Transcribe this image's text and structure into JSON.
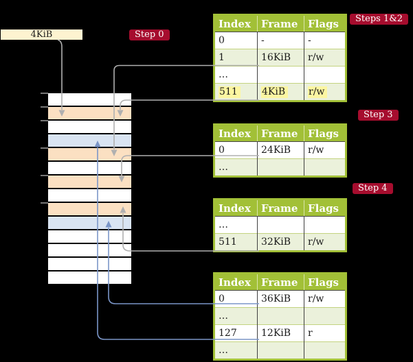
{
  "frame_label": {
    "text": "4KiB"
  },
  "badges": {
    "step0": "Step 0",
    "steps12": "Steps 1&2",
    "step3": "Step 3",
    "step4": "Step 4"
  },
  "memory": {
    "row_colors": [
      "white",
      "orange",
      "white",
      "blue",
      "orange",
      "white",
      "orange",
      "white",
      "orange",
      "blue",
      "white",
      "white",
      "white",
      "white"
    ],
    "tick_count": 6
  },
  "tables": [
    {
      "id": "t1",
      "header": [
        "Index",
        "Frame",
        "Flags"
      ],
      "rows": [
        {
          "cells": [
            "0",
            "-",
            "-"
          ],
          "shade": "white",
          "highlight": false
        },
        {
          "cells": [
            "1",
            "16KiB",
            "r/w"
          ],
          "shade": "green",
          "highlight": false
        },
        {
          "cells": [
            "…",
            "",
            ""
          ],
          "shade": "white",
          "highlight": false
        },
        {
          "cells": [
            "511",
            "4KiB",
            "r/w"
          ],
          "shade": "green",
          "highlight": true
        }
      ]
    },
    {
      "id": "t2",
      "header": [
        "Index",
        "Frame",
        "Flags"
      ],
      "rows": [
        {
          "cells": [
            "0",
            "24KiB",
            "r/w"
          ],
          "shade": "white",
          "highlight": false
        },
        {
          "cells": [
            "…",
            "",
            ""
          ],
          "shade": "green",
          "highlight": false
        }
      ]
    },
    {
      "id": "t3",
      "header": [
        "Index",
        "Frame",
        "Flags"
      ],
      "rows": [
        {
          "cells": [
            "…",
            "",
            ""
          ],
          "shade": "white",
          "highlight": false
        },
        {
          "cells": [
            "511",
            "32KiB",
            "r/w"
          ],
          "shade": "green",
          "highlight": false
        }
      ]
    },
    {
      "id": "t4",
      "header": [
        "Index",
        "Frame",
        "Flags"
      ],
      "rows": [
        {
          "cells": [
            "0",
            "36KiB",
            "r/w"
          ],
          "shade": "white",
          "highlight": false
        },
        {
          "cells": [
            "…",
            "",
            ""
          ],
          "shade": "green",
          "highlight": false
        },
        {
          "cells": [
            "127",
            "12KiB",
            "r"
          ],
          "shade": "white",
          "highlight": false
        },
        {
          "cells": [
            "…",
            "",
            ""
          ],
          "shade": "green",
          "highlight": false
        }
      ]
    }
  ],
  "connections": [
    {
      "from": "frame-label-4KiB",
      "to": "memory-frame-2",
      "color": "gray"
    },
    {
      "from": "t1-entry-1-16KiB",
      "to": "memory-frame-5",
      "color": "gray"
    },
    {
      "from": "t1-entry-511-4KiB",
      "to": "memory-frame-2",
      "color": "gray"
    },
    {
      "from": "t2-entry-0-24KiB",
      "to": "memory-frame-7",
      "color": "gray"
    },
    {
      "from": "t3-entry-511-32KiB",
      "to": "memory-frame-9",
      "color": "gray"
    },
    {
      "from": "t4-entry-0-36KiB",
      "to": "memory-frame-10",
      "color": "blue"
    },
    {
      "from": "t4-entry-127-12KiB",
      "to": "memory-frame-4",
      "color": "blue"
    }
  ],
  "colors": {
    "background": "#000000",
    "table_green": "#a2c037",
    "table_row_green": "#ebf1db",
    "highlight_yellow": "#fcf6a1",
    "badge_red": "#a60d2e",
    "frame_orange": "#fbe0c2",
    "frame_blue": "#d9e4f2",
    "label_cream": "#fdf3d0",
    "arrow_gray": "#b0b0b0",
    "arrow_blue": "#7b96c8"
  }
}
